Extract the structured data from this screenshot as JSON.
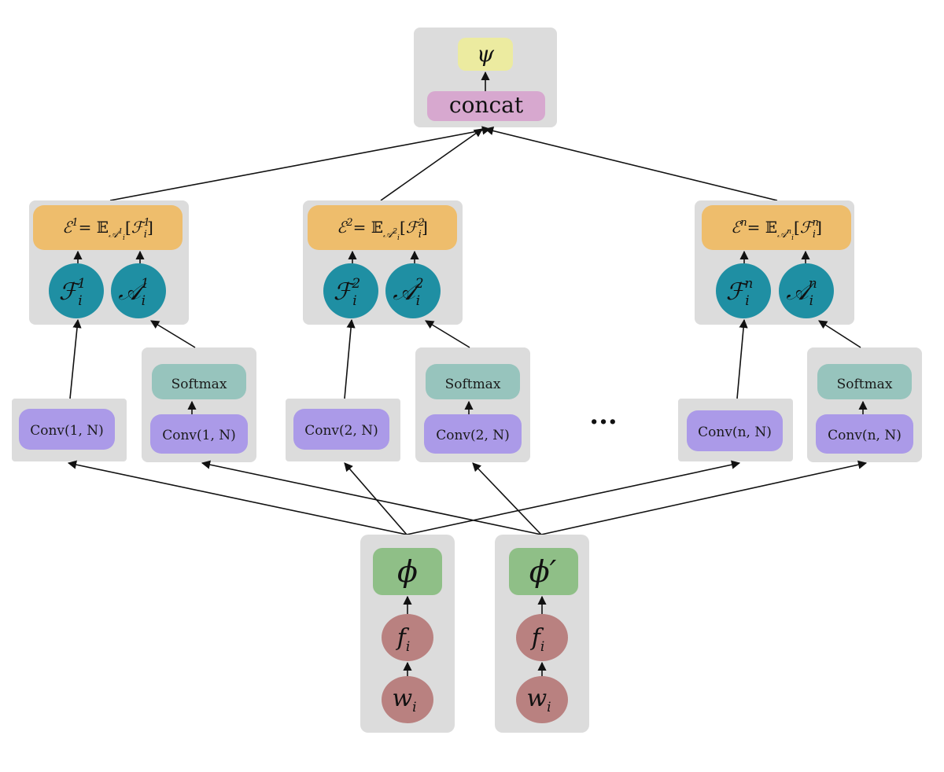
{
  "colors": {
    "panel": "#dcdcdc",
    "expectation": "#eebd6c",
    "circle_teal": "#1f8fa3",
    "conv": "#ab9ae8",
    "softmax": "#97c4bd",
    "phi": "#8fbf87",
    "feature": "#b98180",
    "concat": "#d7a8cf",
    "psi": "#eceba0",
    "arrow": "#111111"
  },
  "top": {
    "psi": "ψ",
    "concat": "concat"
  },
  "branches": [
    {
      "idx": "1",
      "expectation": {
        "E": "ℰ",
        "eq": "= 𝔼",
        "A": "𝒜",
        "ai_sup": "1",
        "ai_sub": "i",
        "open": "[",
        "F": "ℱ",
        "f_sup": "1",
        "f_sub": "i",
        "close": "]"
      },
      "F_node": {
        "base": "ℱ",
        "sup": "1",
        "sub": "i"
      },
      "A_node": {
        "base": "𝒜",
        "sup": "1",
        "sub": "i"
      },
      "conv_f": "Conv(1, N)",
      "conv_a": "Conv(1, N)",
      "softmax": "Softmax"
    },
    {
      "idx": "2",
      "expectation": {
        "E": "ℰ",
        "eq": "= 𝔼",
        "A": "𝒜",
        "ai_sup": "2",
        "ai_sub": "i",
        "open": "[",
        "F": "ℱ",
        "f_sup": "2",
        "f_sub": "i",
        "close": "]"
      },
      "F_node": {
        "base": "ℱ",
        "sup": "2",
        "sub": "i"
      },
      "A_node": {
        "base": "𝒜",
        "sup": "2",
        "sub": "i"
      },
      "conv_f": "Conv(2, N)",
      "conv_a": "Conv(2, N)",
      "softmax": "Softmax"
    },
    {
      "idx": "n",
      "expectation": {
        "E": "ℰ",
        "eq": "= 𝔼",
        "A": "𝒜",
        "ai_sup": "n",
        "ai_sub": "i",
        "open": "[",
        "F": "ℱ",
        "f_sup": "n",
        "f_sub": "i",
        "close": "]"
      },
      "F_node": {
        "base": "ℱ",
        "sup": "n",
        "sub": "i"
      },
      "A_node": {
        "base": "𝒜",
        "sup": "n",
        "sub": "i"
      },
      "conv_f": "Conv(n, N)",
      "conv_a": "Conv(n, N)",
      "softmax": "Softmax"
    }
  ],
  "ellipsis": "···",
  "bottom": [
    {
      "phi": "ϕ",
      "f": "f",
      "f_sub": "i",
      "w": "w",
      "w_sub": "i"
    },
    {
      "phi": "ϕ′",
      "f": "f",
      "f_sub": "i",
      "w": "w",
      "w_sub": "i"
    }
  ]
}
